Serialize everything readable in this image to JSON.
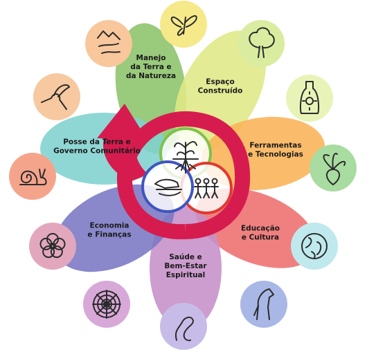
{
  "diagram": {
    "petals": [
      {
        "id": "manejo",
        "lines": [
          "Manejo",
          "da Terra e",
          "da Natureza"
        ],
        "color": "#8cc36a"
      },
      {
        "id": "espaco",
        "lines": [
          "Espaço",
          "Construído"
        ],
        "color": "#dfe886"
      },
      {
        "id": "ferramentas",
        "lines": [
          "Ferramentas",
          "e Tecnologias"
        ],
        "color": "#f9b356"
      },
      {
        "id": "educacao",
        "lines": [
          "Educação",
          "e Cultura"
        ],
        "color": "#ee6e6e"
      },
      {
        "id": "saude",
        "lines": [
          "Saúde e",
          "Bem-Estar",
          "Espiritual"
        ],
        "color": "#c58fc7"
      },
      {
        "id": "economia",
        "lines": [
          "Economia",
          "e Finanças"
        ],
        "color": "#7a78c4"
      },
      {
        "id": "posse",
        "lines": [
          "Posse da Terra e",
          "Governo Comunitário"
        ],
        "color": "#7fd1cf"
      }
    ],
    "icons": [
      {
        "name": "butterfly-icon",
        "color": "#f6e98a"
      },
      {
        "name": "tree-icon",
        "color": "#d9eca0"
      },
      {
        "name": "bottle-sun-icon",
        "color": "#e8f3b8"
      },
      {
        "name": "beet-icon",
        "color": "#a9dca0"
      },
      {
        "name": "globe-icon",
        "color": "#bfe9ec"
      },
      {
        "name": "horse-icon",
        "color": "#a9b7e6"
      },
      {
        "name": "worm-icon",
        "color": "#c7bce8"
      },
      {
        "name": "spider-web-icon",
        "color": "#d8a8d8"
      },
      {
        "name": "flower-icon",
        "color": "#e2a7bd"
      },
      {
        "name": "snail-icon",
        "color": "#f5a48c"
      },
      {
        "name": "hummingbird-icon",
        "color": "#f7c9a0"
      },
      {
        "name": "mountain-path-icon",
        "color": "#f8c79c"
      }
    ],
    "center": {
      "circles": [
        {
          "name": "plant-roots-icon",
          "ring": "#7fc24a"
        },
        {
          "name": "people-icon",
          "ring": "#e03a30"
        },
        {
          "name": "hands-icon",
          "ring": "#3f55c0"
        }
      ]
    },
    "spiral_color": "#d61c4e"
  }
}
